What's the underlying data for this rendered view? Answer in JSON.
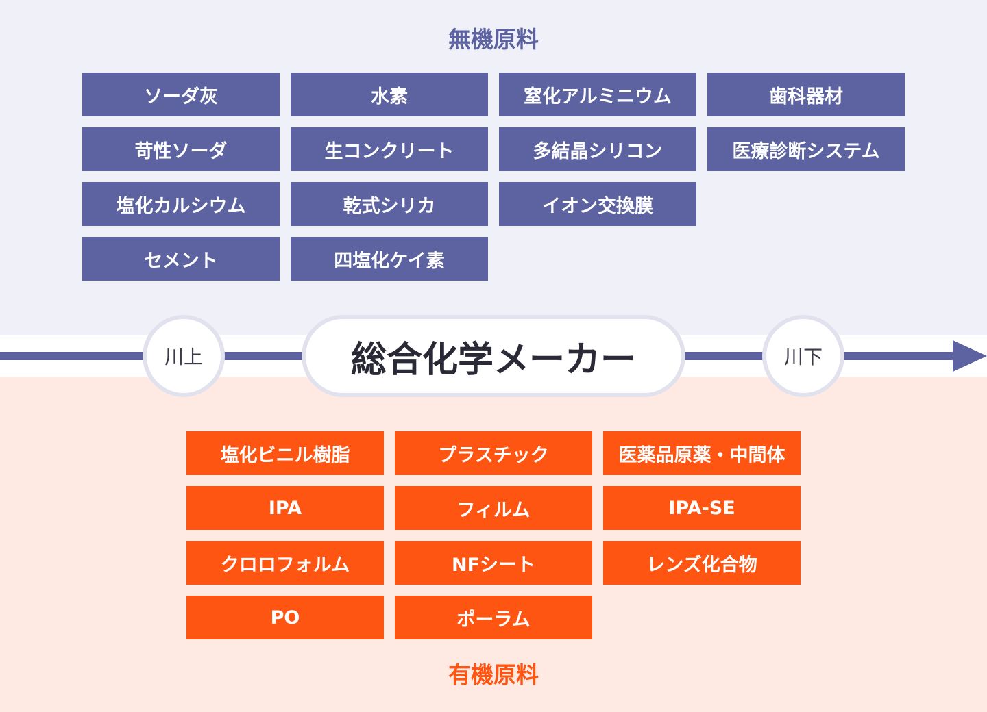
{
  "inorganic": {
    "title": "無機原料",
    "columns": [
      [
        "ソーダ灰",
        "苛性ソーダ",
        "塩化カルシウム",
        "セメント"
      ],
      [
        "水素",
        "生コンクリート",
        "乾式シリカ",
        "四塩化ケイ素"
      ],
      [
        "窒化アルミニウム",
        "多結晶シリコン",
        "イオン交換膜",
        ""
      ],
      [
        "歯科器材",
        "医療診断システム",
        "",
        ""
      ]
    ]
  },
  "flow": {
    "upstream": "川上",
    "center": "総合化学メーカー",
    "downstream": "川下"
  },
  "organic": {
    "title": "有機原料",
    "columns": [
      [
        "塩化ビニル樹脂",
        "IPA",
        "クロロフォルム",
        "PO"
      ],
      [
        "プラスチック",
        "フィルム",
        "NFシート",
        "ポーラム"
      ],
      [
        "医薬品原薬・中間体",
        "IPA-SE",
        "レンズ化合物",
        ""
      ]
    ]
  },
  "colors": {
    "inorganic": "#5d63a0",
    "organic": "#ff5512",
    "top_bg": "#f0f0f8",
    "bottom_bg": "#ffeae3"
  }
}
